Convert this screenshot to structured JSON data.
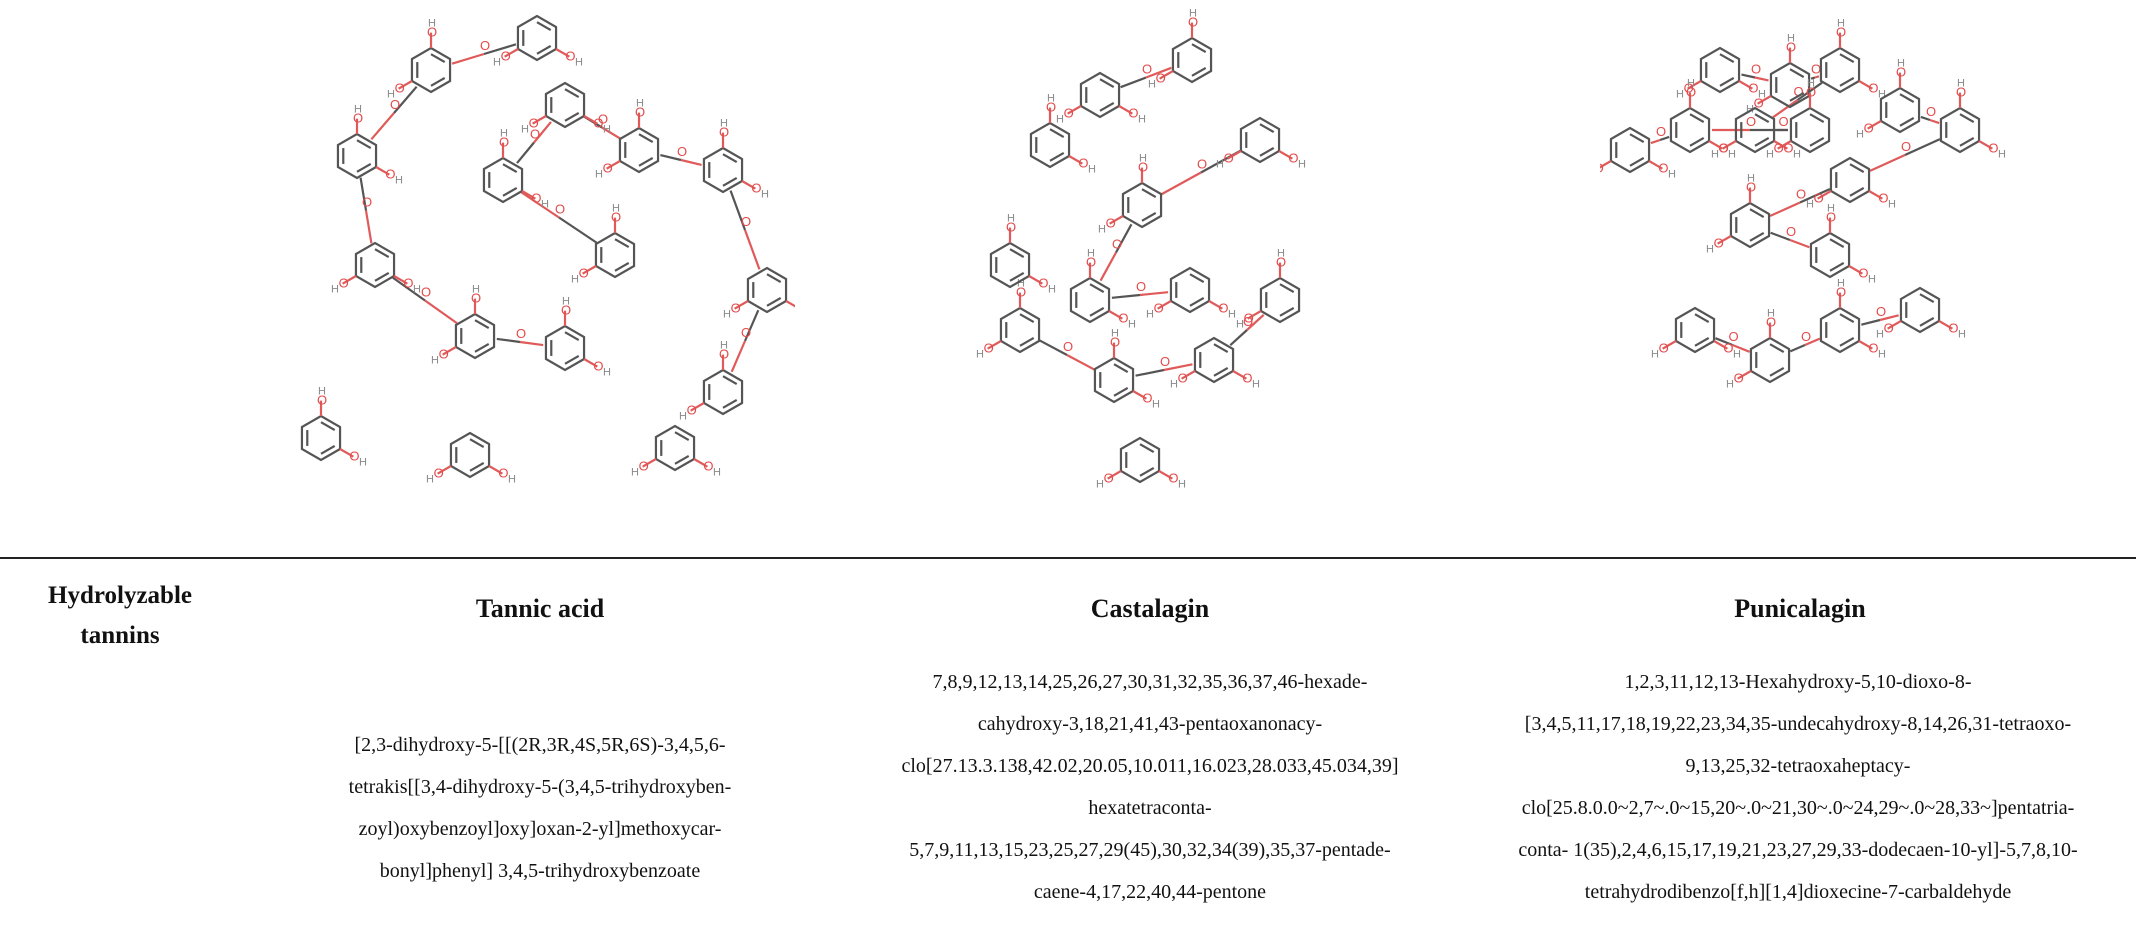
{
  "table": {
    "category": [
      "Hydrolyzable",
      "tannins"
    ],
    "compounds": [
      {
        "name": "Tannic acid",
        "iupac_lines": [
          "[2,3-dihydroxy-5-[[(2R,3R,4S,5R,6S)-3,4,5,6-",
          "tetrakis[[3,4-dihydroxy-5-(3,4,5-trihydroxyben-",
          "zoyl)oxybenzoyl]oxy]oxan-2-yl]methoxycar-",
          "bonyl]phenyl] 3,4,5-trihydroxybenzoate"
        ]
      },
      {
        "name": "Castalagin",
        "iupac_lines": [
          "7,8,9,12,13,14,25,26,27,30,31,32,35,36,37,46-hexade-",
          "cahydroxy-3,18,21,41,43-pentaoxanonacy-",
          "clo[27.13.3.138,42.02,20.05,10.011,16.023,28.033,45.034,39]",
          "hexatetraconta-",
          "5,7,9,11,13,15,23,25,27,29(45),30,32,34(39),35,37-pentade-",
          "caene-4,17,22,40,44-pentone"
        ]
      },
      {
        "name": "Punicalagin",
        "iupac_lines": [
          "1,2,3,11,12,13-Hexahydroxy-5,10-dioxo-8-",
          "[3,4,5,11,17,18,19,22,23,34,35-undecahydroxy-8,14,26,31-tetraoxo-",
          "9,13,25,32-tetraoxaheptacy-",
          "clo[25.8.0.0~2,7~.0~15,20~.0~21,30~.0~24,29~.0~28,33~]pentatria-",
          "conta- 1(35),2,4,6,15,17,19,21,23,27,29,33-dodecaen-10-yl]-5,7,8,10-",
          "tetrahydrodibenzo[f,h][1,4]dioxecine-7-carbaldehyde"
        ]
      }
    ]
  },
  "structure_labels": {
    "oxygen": "O",
    "hydrogen": "H"
  },
  "colors": {
    "oxygen": "#e34b4b",
    "bond": "#555555",
    "hydrogen": "#8a8a8a",
    "rule": "#222222"
  }
}
